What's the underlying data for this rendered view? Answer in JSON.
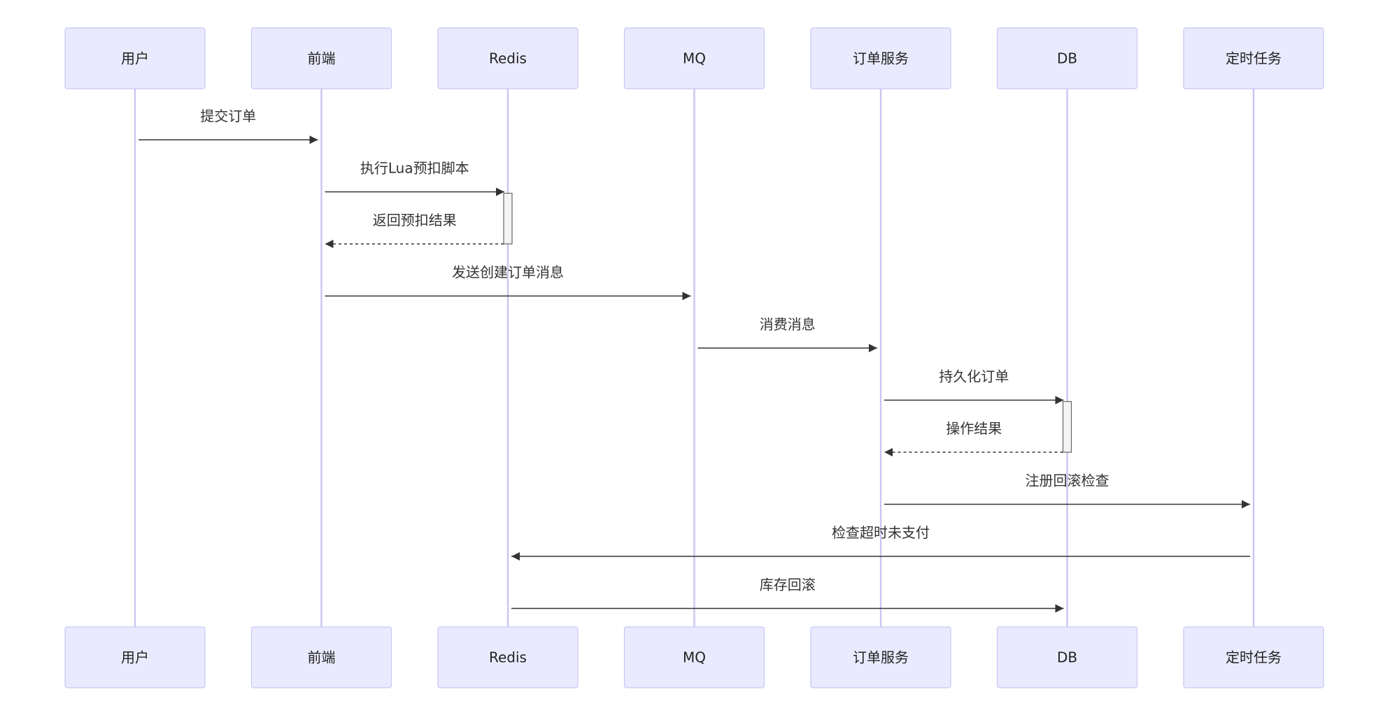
{
  "participants": [
    "用户",
    "前端",
    "Redis",
    "MQ",
    "订单服务",
    "DB",
    "定时任务"
  ],
  "messages": [
    {
      "from": 0,
      "to": 1,
      "label": "提交订单",
      "style": "solid"
    },
    {
      "from": 1,
      "to": 2,
      "label": "执行Lua预扣脚本",
      "style": "solid"
    },
    {
      "from": 2,
      "to": 1,
      "label": "返回预扣结果",
      "style": "dashed"
    },
    {
      "from": 1,
      "to": 3,
      "label": "发送创建订单消息",
      "style": "solid"
    },
    {
      "from": 3,
      "to": 4,
      "label": "消费消息",
      "style": "solid"
    },
    {
      "from": 4,
      "to": 5,
      "label": "持久化订单",
      "style": "solid"
    },
    {
      "from": 5,
      "to": 4,
      "label": "操作结果",
      "style": "dashed"
    },
    {
      "from": 4,
      "to": 6,
      "label": "注册回滚检查",
      "style": "solid"
    },
    {
      "from": 6,
      "to": 2,
      "label": "检查超时未支付",
      "style": "solid"
    },
    {
      "from": 2,
      "to": 5,
      "label": "库存回滚",
      "style": "solid"
    }
  ],
  "activations": [
    {
      "participant": 2,
      "from_message": 1,
      "to_message": 2
    },
    {
      "participant": 5,
      "from_message": 5,
      "to_message": 6
    }
  ],
  "colors": {
    "actor_fill": "#eaeaff",
    "actor_stroke": "#c9c6f2",
    "lifeline": "#c9c6f2",
    "message": "#333333",
    "activation_fill": "#f4f4f4"
  }
}
